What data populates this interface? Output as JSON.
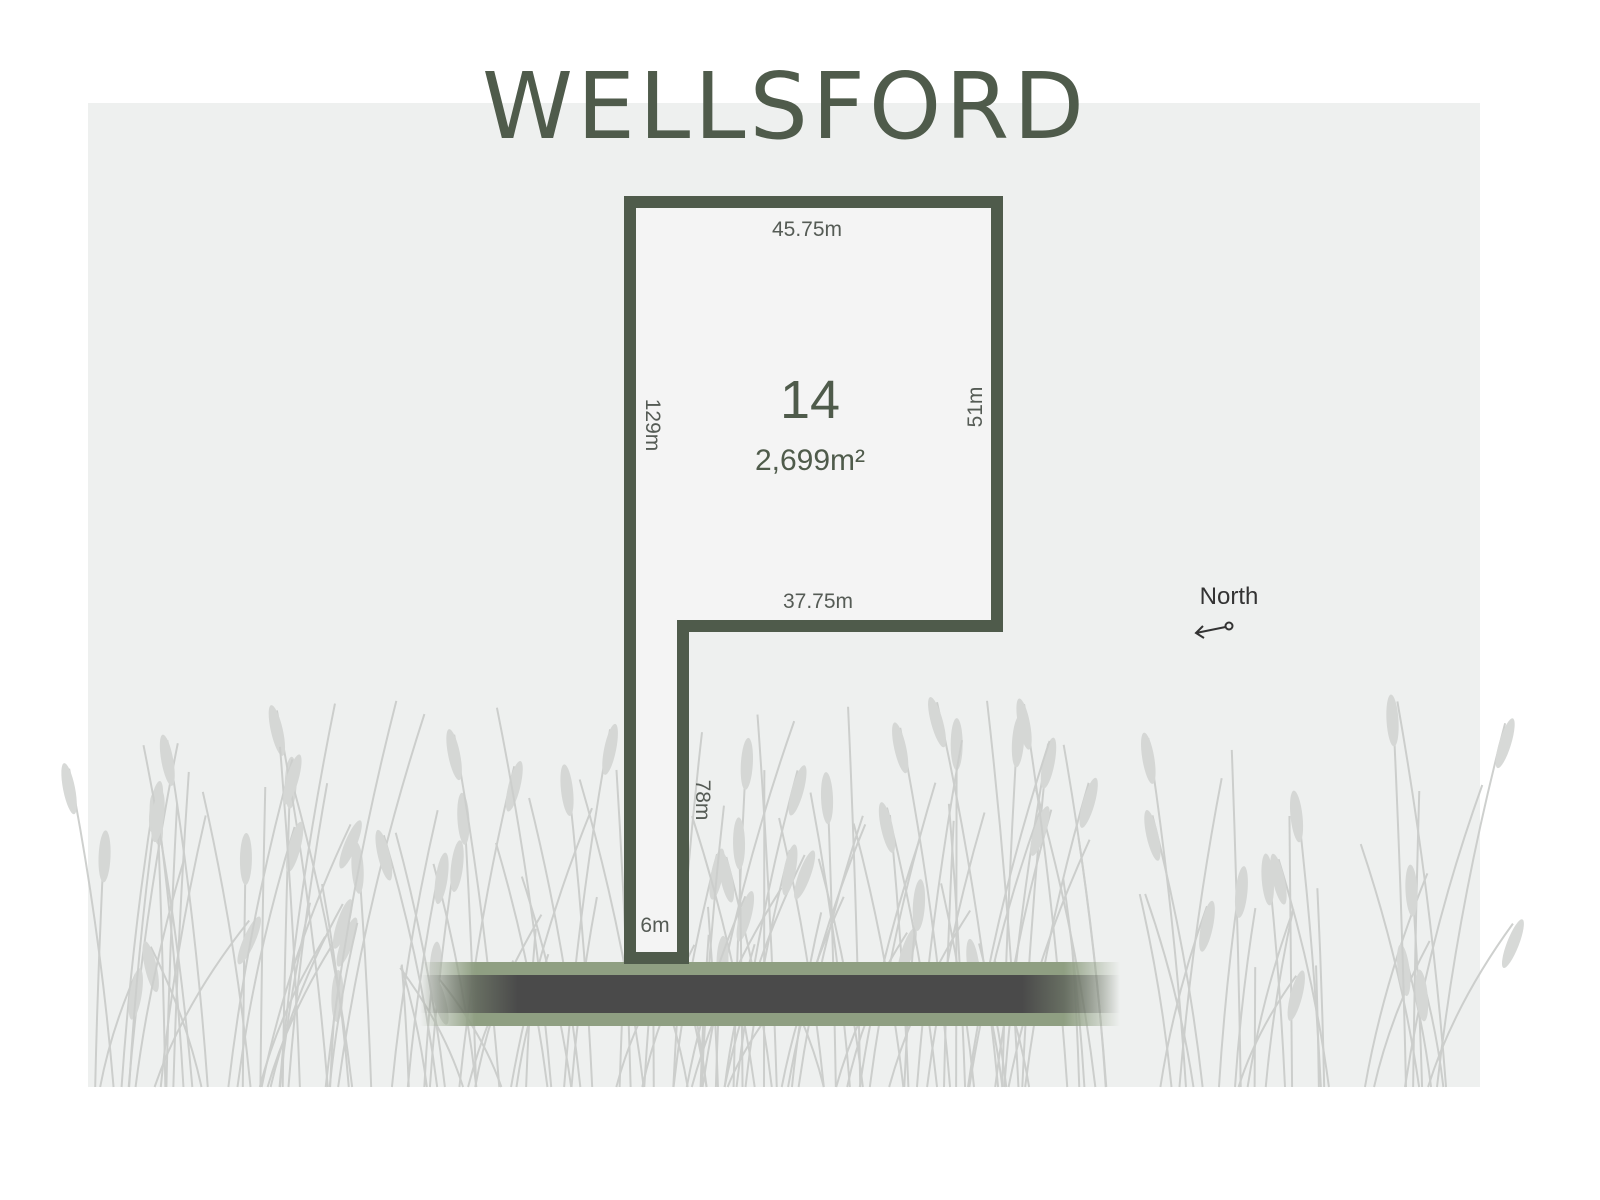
{
  "title": "WELLSFORD",
  "lot": {
    "number": "14",
    "area": "2,699m²",
    "dimensions": {
      "top": "45.75m",
      "left": "129m",
      "right": "51m",
      "inner_bottom": "37.75m",
      "handle_right": "78m",
      "frontage": "6m"
    }
  },
  "compass": {
    "label": "North",
    "icon": "north-arrow-icon"
  },
  "colors": {
    "boundary": "#4f5b4b",
    "lot_fill": "#f4f4f4",
    "background": "#eef0ef",
    "road": "#4a4a4a",
    "verge": "#8f9f82"
  }
}
